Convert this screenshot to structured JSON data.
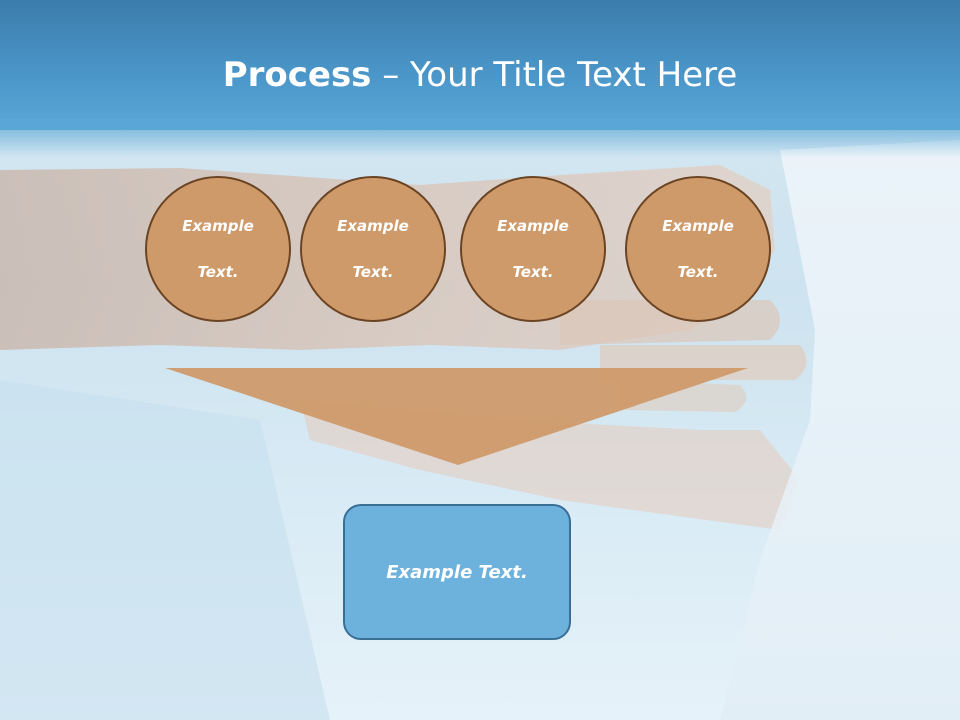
{
  "slide": {
    "title_bold": "Process",
    "title_rest": " – Your Title Text Here",
    "circles": [
      {
        "line1": "Example",
        "line2": "Text."
      },
      {
        "line1": "Example",
        "line2": "Text."
      },
      {
        "line1": "Example",
        "line2": "Text."
      },
      {
        "line1": "Example",
        "line2": "Text."
      }
    ],
    "result": "Example Text."
  },
  "colors": {
    "title_bar": "#4a95c8",
    "circle_fill": "#cf9a6a",
    "circle_border": "#6b4423",
    "funnel_fill": "#cf9a6a",
    "result_fill": "#6db2dd",
    "result_border": "#3a6f95"
  },
  "icons": [
    "hands-photo-background"
  ]
}
